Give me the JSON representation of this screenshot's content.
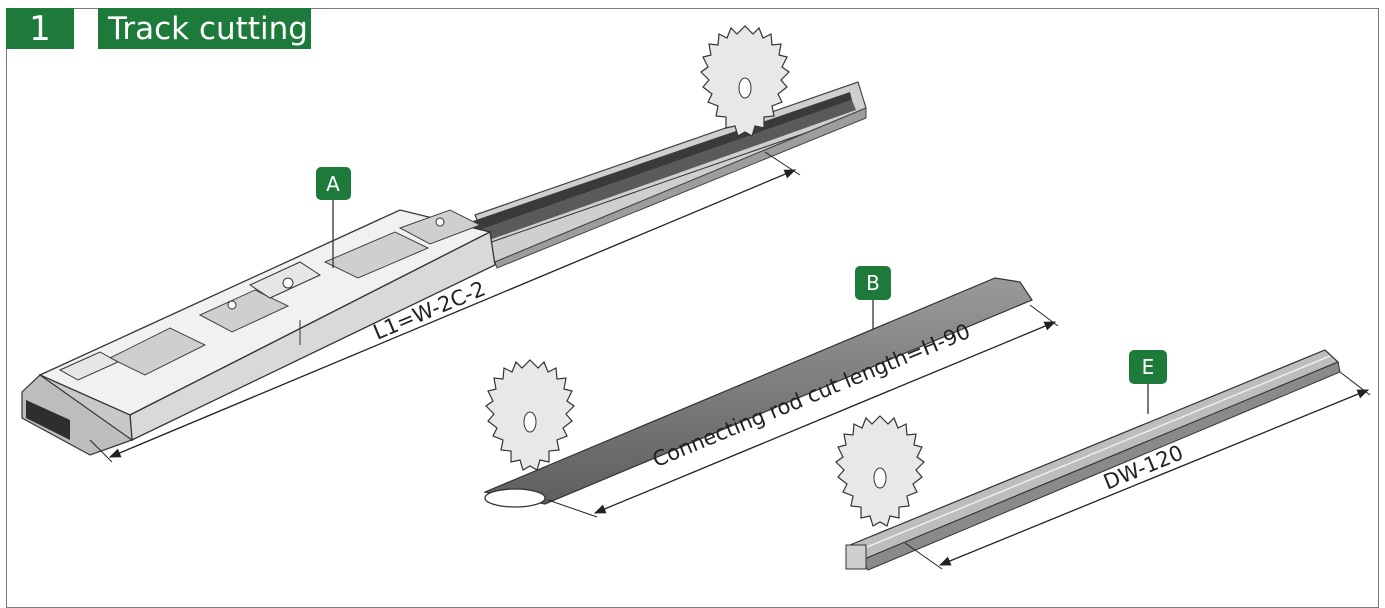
{
  "header": {
    "step_number": "1",
    "title": "Track cutting"
  },
  "callouts": {
    "a": "A",
    "b": "B",
    "e": "E"
  },
  "dimensions": {
    "track_length": "L1=W-2C-2",
    "connecting_rod": "Connecting rod cut length=H-90",
    "profile_e": "DW-120"
  },
  "colors": {
    "accent": "#1e7a3a"
  },
  "icons": [
    "saw-blade-icon",
    "saw-blade-icon",
    "saw-blade-icon"
  ]
}
